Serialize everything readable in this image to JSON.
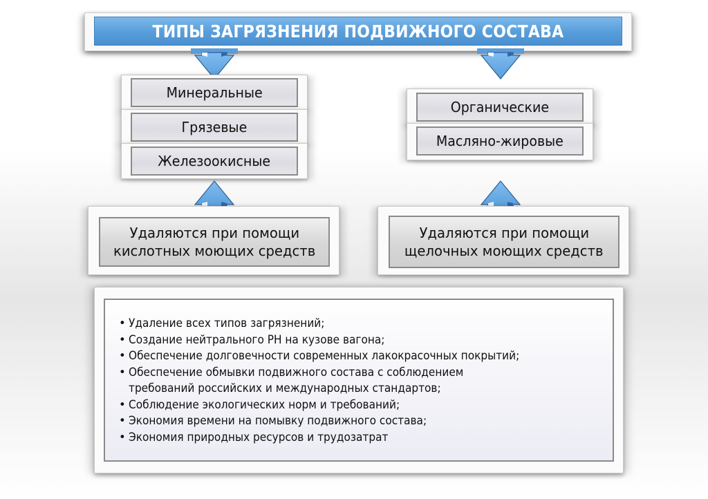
{
  "title": "ТИПЫ ЗАГРЯЗНЕНИЯ ПОДВИЖНОГО СОСТАВА",
  "colors": {
    "title_bar": "#5a9fdc",
    "arrow": "#6aaee6",
    "item_border": "#8a8a8a",
    "text": "#111111"
  },
  "left_group": {
    "items": [
      {
        "label": "Минеральные"
      },
      {
        "label": "Грязевые"
      },
      {
        "label": "Железоокисные"
      }
    ],
    "method": {
      "line1": "Удаляются при помощи",
      "line2": "кислотных моющих средств"
    }
  },
  "right_group": {
    "items": [
      {
        "label": "Органические"
      },
      {
        "label": "Масляно-жировые"
      }
    ],
    "method": {
      "line1": "Удаляются при помощи",
      "line2": "щелочных моющих средств"
    }
  },
  "benefits": [
    "Удаление всех типов загрязнений;",
    "Создание нейтрального РН на кузове вагона;",
    "Обеспечение долговечности современных лакокрасочных покрытий;",
    "Обеспечение обмывки подвижного состава с соблюдением",
    "Соблюдение экологических норм и требований;",
    "Экономия времени на помывку подвижного состава;",
    "Экономия природных ресурсов и трудозатрат"
  ],
  "benefits_continuation": "требований российских и международных стандартов;"
}
